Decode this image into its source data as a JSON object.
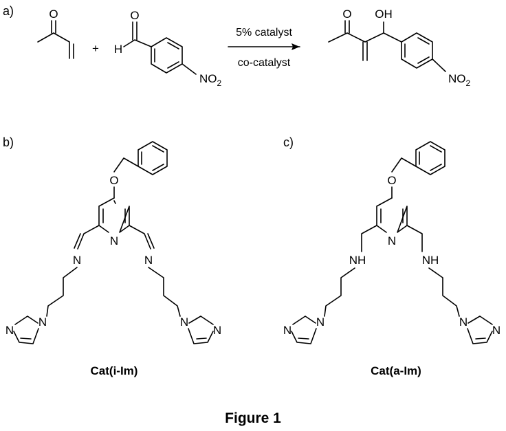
{
  "panels": {
    "a": "a)",
    "b": "b)",
    "c": "c)"
  },
  "reaction": {
    "plus": "+",
    "conditions_above": "5% catalyst",
    "conditions_below": "co-catalyst",
    "atoms": {
      "O": "O",
      "H": "H",
      "OH": "OH",
      "NO": "NO",
      "sub2": "2"
    }
  },
  "structures": {
    "atoms": {
      "O": "O",
      "N": "N",
      "NH": "NH"
    },
    "cat_b_name": "Cat(i-Im)",
    "cat_c_name": "Cat(a-Im)"
  },
  "figure_title": "Figure 1"
}
